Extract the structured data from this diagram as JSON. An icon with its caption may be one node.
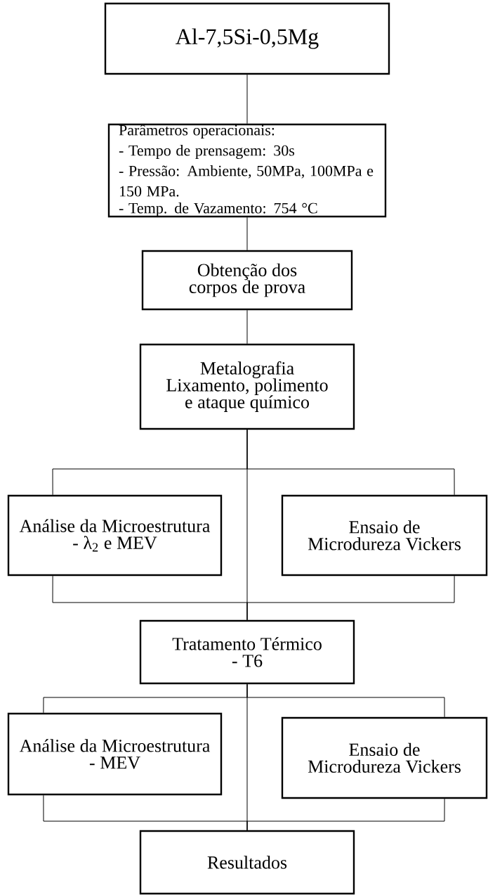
{
  "diagram": {
    "nodes": [
      {
        "text": [
          "Al-7,5Si-0,5Mg"
        ]
      },
      {
        "text": [
          "Parâmetros operacionais:",
          "- Tempo de prensagem: 30s",
          "- Pressão: Ambiente, 50MPa, 100MPa e 150 MPa.",
          "- Temp. de Vazamento: 754 °C"
        ]
      },
      {
        "text": [
          "Obtenção dos corpos de prova"
        ]
      },
      {
        "text": [
          "Metalografia",
          "Lixamento, polimento e ataque químico"
        ]
      },
      {
        "text": [
          "Análise da Microestrutura",
          "- λ$_{2}$ e MEV"
        ]
      },
      {
        "text": [
          "Ensaio de Microdureza Vickers"
        ]
      },
      {
        "text": [
          "Tratamento Térmico",
          "- T6"
        ]
      },
      {
        "text": [
          "Análise da Microestrutura",
          "- MEV"
        ]
      },
      {
        "text": [
          "Ensaio de Microdureza Vickers"
        ]
      },
      {
        "text": [
          "Resultados"
        ]
      }
    ],
    "edges": [
      {
        "from": 0,
        "to": 1,
        "arrow": "none"
      },
      {
        "from": 1,
        "to": 2,
        "arrow": "none"
      },
      {
        "from": 2,
        "to": 3,
        "arrow": "none"
      },
      {
        "from": 3,
        "to": 4,
        "arrow": "none"
      },
      {
        "from": 3,
        "to": 5,
        "arrow": "none"
      },
      {
        "from": 3,
        "to": 6,
        "arrow": "none"
      },
      {
        "from": 4,
        "to": 6,
        "arrow": "none"
      },
      {
        "from": 5,
        "to": 6,
        "arrow": "none"
      },
      {
        "from": 6,
        "to": 7,
        "arrow": "none"
      },
      {
        "from": 6,
        "to": 8,
        "arrow": "none"
      },
      {
        "from": 6,
        "to": 9,
        "arrow": "none"
      },
      {
        "from": 7,
        "to": 9,
        "arrow": "none"
      },
      {
        "from": 8,
        "to": 9,
        "arrow": "none"
      }
    ]
  }
}
